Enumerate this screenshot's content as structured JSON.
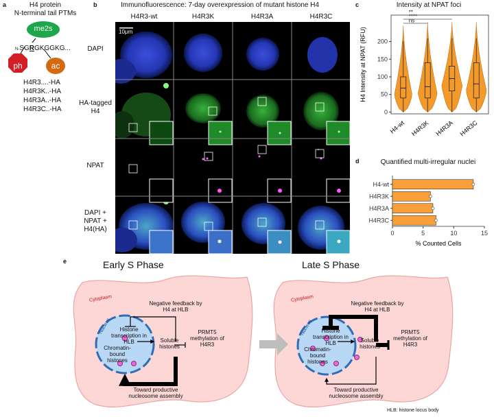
{
  "panel_a": {
    "label": "a",
    "title_line1": "H4 protein",
    "title_line2": "N-terminal tail PTMs",
    "me2s": "me2s",
    "ph": "ph",
    "ac": "ac",
    "seq_prefix": "N-",
    "seq_pre": "SG",
    "seq_r": "R",
    "seq_post": "GKGGKG...",
    "variants": [
      "H4R3....-HA",
      "H4R3K..-HA",
      "H4R3A..-HA",
      "H4R3C..-HA"
    ]
  },
  "panel_b": {
    "label": "b",
    "title": "Immunofluorescence: 7-day overexpression of mutant histone H4",
    "columns": [
      "H4R3-wt",
      "H4R3K",
      "H4R3A",
      "H4R3C"
    ],
    "rows": [
      "DAPI",
      "HA-tagged H4",
      "NPAT",
      "DAPI + NPAT + H4(HA)"
    ],
    "scalebar": "10μm"
  },
  "panel_c": {
    "label": "c",
    "title": "Intensity at NPAT foci",
    "sig": [
      "ns",
      "****",
      "**"
    ]
  },
  "panel_d": {
    "label": "d",
    "title": "Quantified multi-irregular nuclei"
  },
  "panel_e": {
    "label": "e",
    "early_title": "Early S Phase",
    "late_title": "Late S Phase",
    "cytoplasm": "Cytoplasm",
    "nucleus": "Nucleus",
    "neg_feedback": "Negative feedback by H4 at HLB",
    "histone_tx": "Histone transcription in HLB",
    "chromatin": "Chromatin-bound histones",
    "soluble": "Soluble histones",
    "prmt5": "PRMT5 methylation of H4R3",
    "toward": "Toward productive nucleosome assembly",
    "footnote": "HLB: histone locus body"
  },
  "chart_data": [
    {
      "type": "violin",
      "title": "Intensity at NPAT foci",
      "ylabel": "H4 Intensity at NPAT (RFU)",
      "categories": [
        "H4-wt",
        "H4R3K",
        "H4R3A",
        "H4R3C"
      ],
      "yticks": [
        0,
        50,
        100,
        150,
        200
      ],
      "ylim": [
        -5,
        275
      ],
      "box": [
        {
          "q1": 40,
          "median": 68,
          "q3": 100,
          "min": 0,
          "max": 245
        },
        {
          "q1": 40,
          "median": 72,
          "q3": 140,
          "min": 0,
          "max": 255
        },
        {
          "q1": 60,
          "median": 95,
          "q3": 130,
          "min": 0,
          "max": 255
        },
        {
          "q1": 40,
          "median": 80,
          "q3": 140,
          "min": 0,
          "max": 255
        }
      ],
      "color": "#f39a2b"
    },
    {
      "type": "bar",
      "orientation": "horizontal",
      "title": "Quantified multi-irregular nuclei",
      "xlabel": "% Counted Cells",
      "categories": [
        "H4-wt",
        "H4R3K",
        "H4R3A",
        "H4R3C"
      ],
      "values": [
        13.2,
        6.2,
        6.6,
        7.1
      ],
      "xticks": [
        0,
        5,
        10,
        15
      ],
      "xlim": [
        0,
        15
      ],
      "color": "#f9a03a"
    }
  ]
}
